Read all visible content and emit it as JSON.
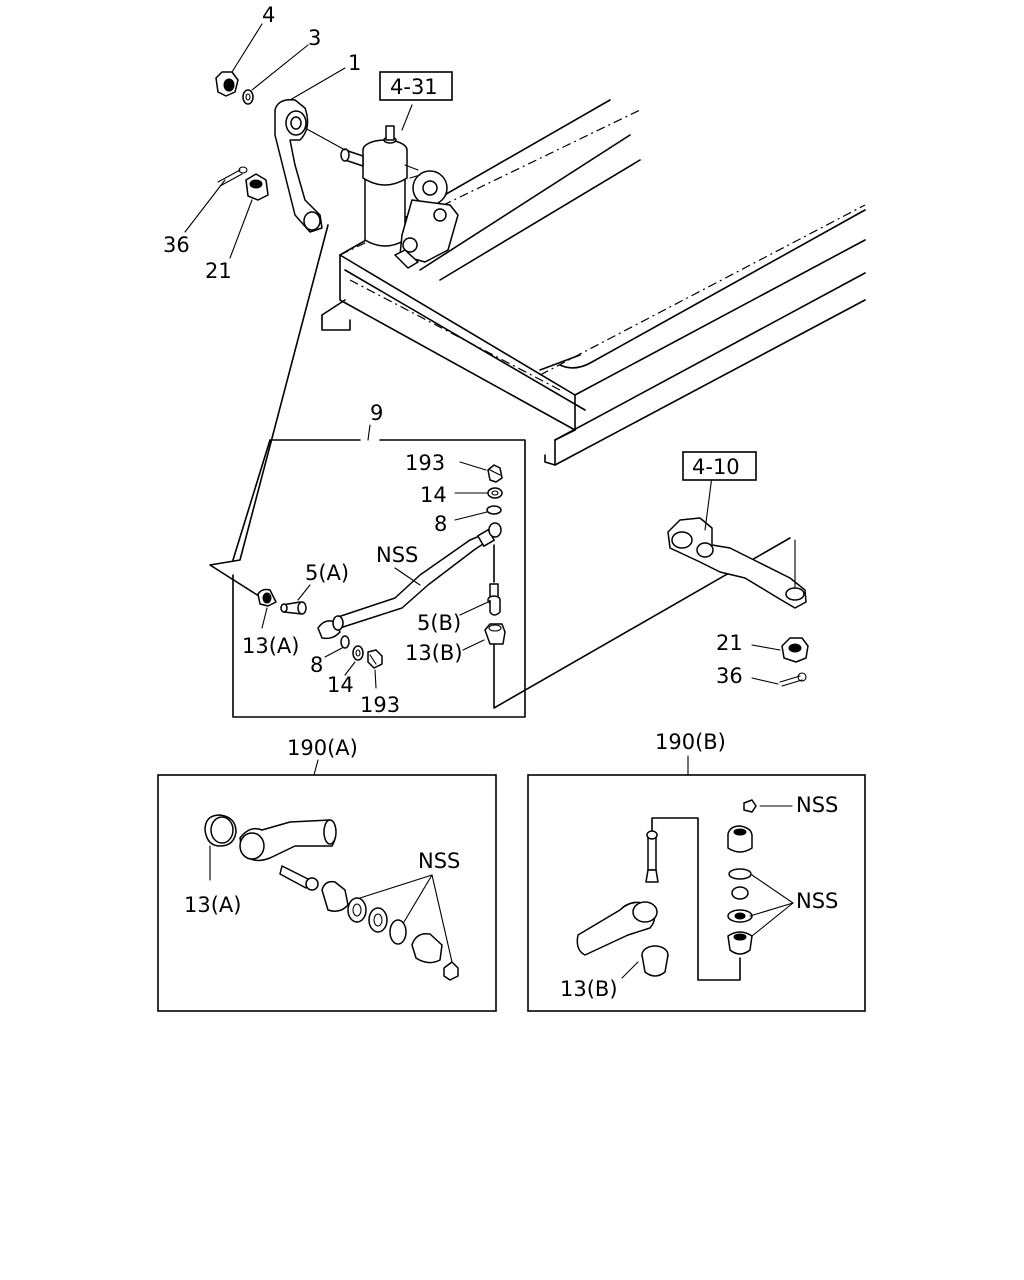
{
  "labels": {
    "p4": "4",
    "p3": "3",
    "p1": "1",
    "ref_4_31": "4-31",
    "p36_top": "36",
    "p21_top": "21",
    "p9": "9",
    "p193_top": "193",
    "p14_top": "14",
    "p8_top": "8",
    "nss_rod": "NSS",
    "p5a": "5(A)",
    "p5b": "5(B)",
    "p13a": "13(A)",
    "p13b": "13(B)",
    "p8_bot": "8",
    "p14_bot": "14",
    "p193_bot": "193",
    "ref_4_10": "4-10",
    "p21_right": "21",
    "p36_right": "36",
    "kit_190a": "190(A)",
    "kit_190b": "190(B)",
    "nss_a": "NSS",
    "p13a_kit": "13(A)",
    "nss_b1": "NSS",
    "nss_b2": "NSS",
    "p13b_kit": "13(B)"
  }
}
